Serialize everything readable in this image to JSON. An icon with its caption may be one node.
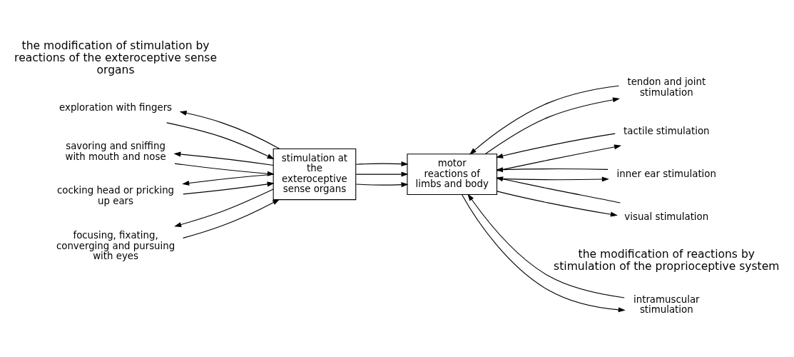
{
  "diagram": {
    "nodes": [
      {
        "text": [
          "exploration with fingers"
        ]
      },
      {
        "text": [
          "savoring and sniffing with mouth and nose"
        ]
      },
      {
        "text": [
          "cocking head or pricking up ears"
        ]
      },
      {
        "text": [
          "focusing, fixating, converging and pursuing with eyes"
        ]
      },
      {
        "text": [
          "stimulation at the exteroceptive sense organs"
        ]
      },
      {
        "text": [
          "motor reactions of limbs and body"
        ]
      },
      {
        "text": [
          "intramuscular stimulation"
        ]
      },
      {
        "text": [
          "tendon and joint stimulation"
        ]
      },
      {
        "text": [
          "tactile stimulation"
        ]
      },
      {
        "text": [
          "inner ear stimulation"
        ]
      },
      {
        "text": [
          "visual stimulation"
        ]
      }
    ],
    "edges": [
      {
        "from": 0,
        "to": 4,
        "arrow": "to"
      },
      {
        "from": 1,
        "to": 4,
        "arrow": "to"
      },
      {
        "from": 2,
        "to": 4,
        "arrow": "to"
      },
      {
        "from": 3,
        "to": 4,
        "arrow": "to"
      },
      {
        "from": 4,
        "to": 0,
        "arrow": "to"
      },
      {
        "from": 4,
        "to": 1,
        "arrow": "to"
      },
      {
        "from": 4,
        "to": 2,
        "arrow": "to"
      },
      {
        "from": 4,
        "to": 3,
        "arrow": "to"
      },
      {
        "from": 4,
        "to": 5,
        "arrow": "to"
      },
      {
        "from": 4,
        "to": 5,
        "arrow": "to"
      },
      {
        "from": 4,
        "to": 5,
        "arrow": "to"
      },
      {
        "from": 5,
        "to": 6,
        "arrow": "to"
      },
      {
        "from": 5,
        "to": 7,
        "arrow": "to"
      },
      {
        "from": 5,
        "to": 8,
        "arrow": "to"
      },
      {
        "from": 5,
        "to": 9,
        "arrow": "to"
      },
      {
        "from": 5,
        "to": 10,
        "arrow": "to"
      },
      {
        "from": 6,
        "to": 5,
        "arrow": "to"
      },
      {
        "from": 7,
        "to": 5,
        "arrow": "to"
      },
      {
        "from": 8,
        "to": 5,
        "arrow": "to"
      },
      {
        "from": 9,
        "to": 5,
        "arrow": "to"
      },
      {
        "from": 10,
        "to": 5,
        "arrow": "to"
      }
    ],
    "labels": [
      "the modification of stimulation by reactions of the exteroceptive sense organs",
      "the modification of reactions by stimulation of the proprioceptive system"
    ]
  }
}
